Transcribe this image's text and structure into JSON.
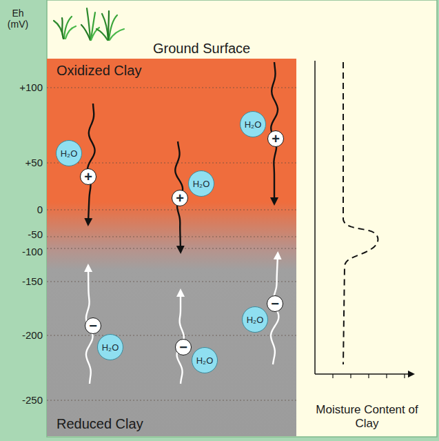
{
  "diagram": {
    "nodes": [
      {
        "text": [
          "Oxidized Clay"
        ]
      },
      {
        "text": [
          "H₂O"
        ],
        "in": 0
      },
      {
        "text": [
          "+"
        ],
        "in": 0
      },
      {
        "text": [
          "H₂O"
        ],
        "in": 0
      },
      {
        "text": [
          "+"
        ],
        "in": 0
      },
      {
        "text": [
          "H₂O"
        ],
        "in": 0
      },
      {
        "text": [
          "+"
        ],
        "in": 0
      },
      {
        "text": [
          "Reduced Clay"
        ]
      },
      {
        "text": [
          "−"
        ],
        "in": 7
      },
      {
        "text": [
          "H₂O"
        ],
        "in": 7
      },
      {
        "text": [
          "−"
        ],
        "in": 7
      },
      {
        "text": [
          "H₂O"
        ],
        "in": 7
      },
      {
        "text": [
          "−"
        ],
        "in": 7
      },
      {
        "text": [
          "H₂O"
        ],
        "in": 7
      }
    ],
    "labels": [
      "Eh (mV)",
      "+100",
      "+50",
      "0",
      "-50",
      "-100",
      "-150",
      "-200",
      "-250",
      "Ground Surface",
      "Moisture Content of Clay"
    ]
  }
}
